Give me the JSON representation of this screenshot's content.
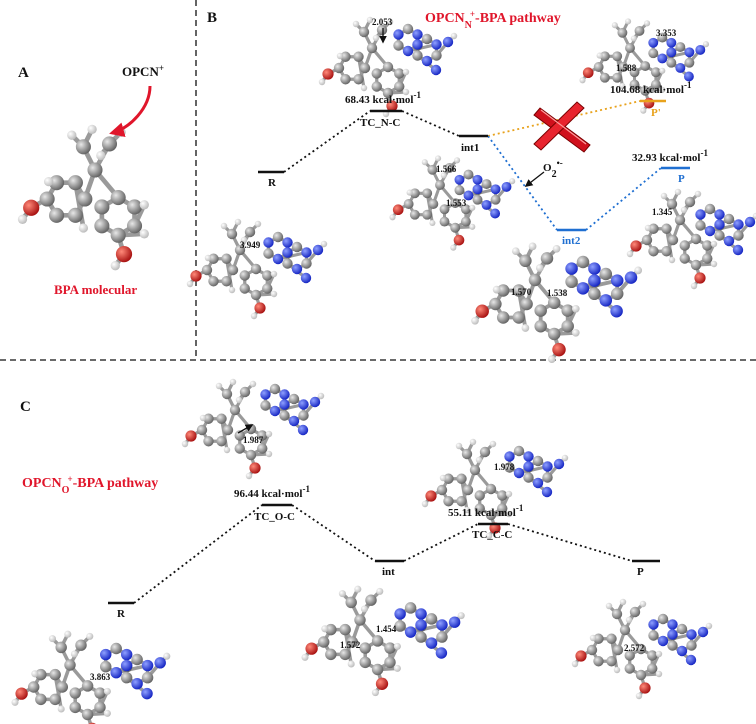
{
  "panels": {
    "a": {
      "letter": "A",
      "reagent_label": "OPCN",
      "reagent_charge": "+",
      "caption": "BPA  molecular"
    },
    "b": {
      "letter": "B",
      "title_prefix": "OPCN",
      "title_sub": "N",
      "title_sup": "+",
      "title_suffix": "-BPA  pathway",
      "states": {
        "R": "R",
        "TC": "TC_N-C",
        "int1": "int1",
        "int2": "int2",
        "P": "P",
        "P_prime": "P'"
      },
      "energies": {
        "TC": "68.43 kcal·mol",
        "P": "32.93 kcal·mol",
        "P_prime": "104.68 kcal·mol"
      },
      "energy_unit_sup": "-1",
      "superoxide": "O",
      "superoxide_sub": "2",
      "superoxide_sup": "•-",
      "distances": {
        "R": "3.949",
        "TC": "2.053",
        "int1_a": "1.566",
        "int1_b": "1.553",
        "int2_a": "1.570",
        "int2_b": "1.538",
        "P": "1.345",
        "P_prime_a": "3.353",
        "P_prime_b": "1.588"
      }
    },
    "c": {
      "letter": "C",
      "title_prefix": "OPCN",
      "title_sub": "O",
      "title_sup": "+",
      "title_suffix": "-BPA  pathway",
      "states": {
        "R": "R",
        "TC1": "TC_O-C",
        "int": "int",
        "TC2": "TC_C-C",
        "P": "P"
      },
      "energies": {
        "TC1": "96.44 kcal·mol",
        "TC2": "55.11 kcal·mol"
      },
      "energy_unit_sup": "-1",
      "distances": {
        "R": "3.863",
        "TC1": "1.987",
        "int_a": "1.454",
        "int_b": "1.572",
        "TC2": "1.978",
        "P": "2.572"
      }
    }
  },
  "colors": {
    "pathway_red": "#e0162b",
    "blocked_gold": "#e8a21c",
    "blue_path": "#1f6fd1",
    "black": "#111111",
    "carbon": "#8c8c8c",
    "nitrogen": "#2b3be8",
    "oxygen": "#d8221c",
    "hydrogen": "#f2f2f2"
  }
}
